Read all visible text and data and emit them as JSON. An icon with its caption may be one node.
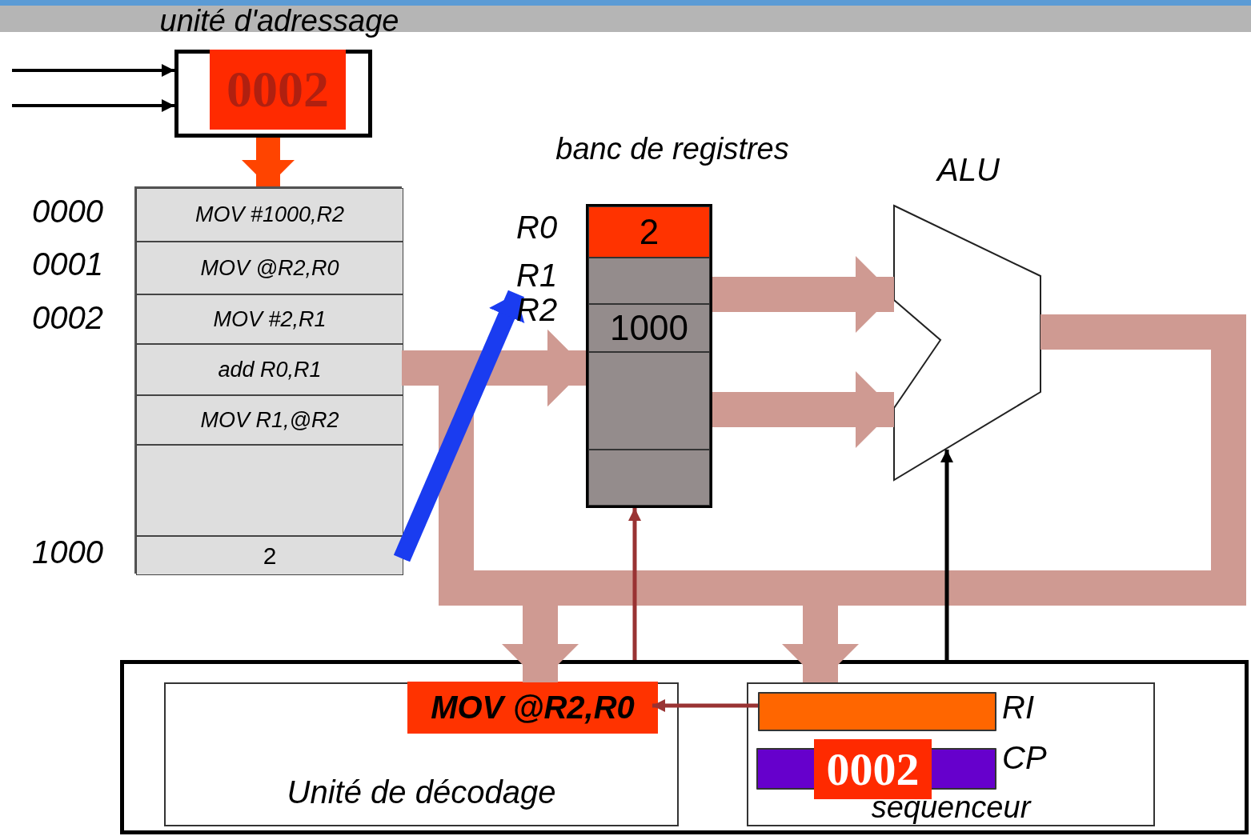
{
  "diagram": {
    "nodes": [
      {
        "text": [
          "unité d'adressage"
        ]
      },
      {
        "text": [
          "0002"
        ],
        "in": 0
      },
      {
        "text": [],
        "shape": "box"
      },
      {
        "text": [
          "MOV #1000,R2"
        ],
        "in": 2,
        "beside": [
          "0000"
        ]
      },
      {
        "text": [
          "MOV @R2,R0"
        ],
        "in": 2,
        "beside": [
          "0001"
        ]
      },
      {
        "text": [
          "MOV #2,R1"
        ],
        "in": 2,
        "beside": [
          "0002"
        ]
      },
      {
        "text": [
          "add R0,R1"
        ],
        "in": 2
      },
      {
        "text": [
          "MOV R1,@R2"
        ],
        "in": 2
      },
      {
        "text": [],
        "shape": "box",
        "in": 2
      },
      {
        "text": [
          "2"
        ],
        "in": 2,
        "beside": [
          "1000"
        ]
      },
      {
        "text": [
          "banc de registres"
        ]
      },
      {
        "text": [
          "2"
        ],
        "in": 10,
        "beside": [
          "R0"
        ]
      },
      {
        "text": [],
        "shape": "box",
        "in": 10,
        "beside": [
          "R1"
        ]
      },
      {
        "text": [
          "1000"
        ],
        "in": 10,
        "beside": [
          "R2"
        ]
      },
      {
        "text": [],
        "shape": "box",
        "in": 10
      },
      {
        "text": [],
        "shape": "box",
        "in": 10
      },
      {
        "text": [
          "ALU"
        ]
      },
      {
        "text": [],
        "shape": "box"
      },
      {
        "text": [
          "Unité de décodage"
        ],
        "in": 17
      },
      {
        "text": [
          "MOV @R2,R0"
        ],
        "in": 18
      },
      {
        "text": [
          "sequenceur"
        ],
        "in": 17
      },
      {
        "text": [],
        "shape": "bar",
        "in": 20,
        "beside": [
          "RI"
        ]
      },
      {
        "text": [],
        "shape": "bar",
        "in": 20,
        "beside": [
          "CP"
        ]
      },
      {
        "text": [
          "0002"
        ],
        "in": 22
      }
    ],
    "edges": [
      {
        "from": null,
        "to": 0,
        "arrow": "to",
        "color": "#000000"
      },
      {
        "from": null,
        "to": 0,
        "arrow": "to",
        "color": "#000000"
      },
      {
        "from": 0,
        "to": 2,
        "arrow": "to",
        "color": "#ff4400"
      },
      {
        "from": 2,
        "to": 10,
        "arrow": "to"
      },
      {
        "from": 10,
        "to": 16,
        "arrow": "to"
      },
      {
        "from": 10,
        "to": 16,
        "arrow": "to"
      },
      {
        "from": 16,
        "to": 10,
        "arrow": "to"
      },
      {
        "from": 2,
        "to": 18,
        "arrow": "to"
      },
      {
        "from": 2,
        "to": 20,
        "arrow": "to"
      },
      {
        "from": 9,
        "to": 12,
        "arrow": "to",
        "color": "#1a3cf0"
      },
      {
        "from": 17,
        "to": 10,
        "arrow": "to",
        "color": "#993333"
      },
      {
        "from": 17,
        "to": 16,
        "arrow": "to",
        "color": "#000000"
      },
      {
        "from": 21,
        "to": 19,
        "arrow": "to",
        "color": "#993333"
      }
    ]
  }
}
